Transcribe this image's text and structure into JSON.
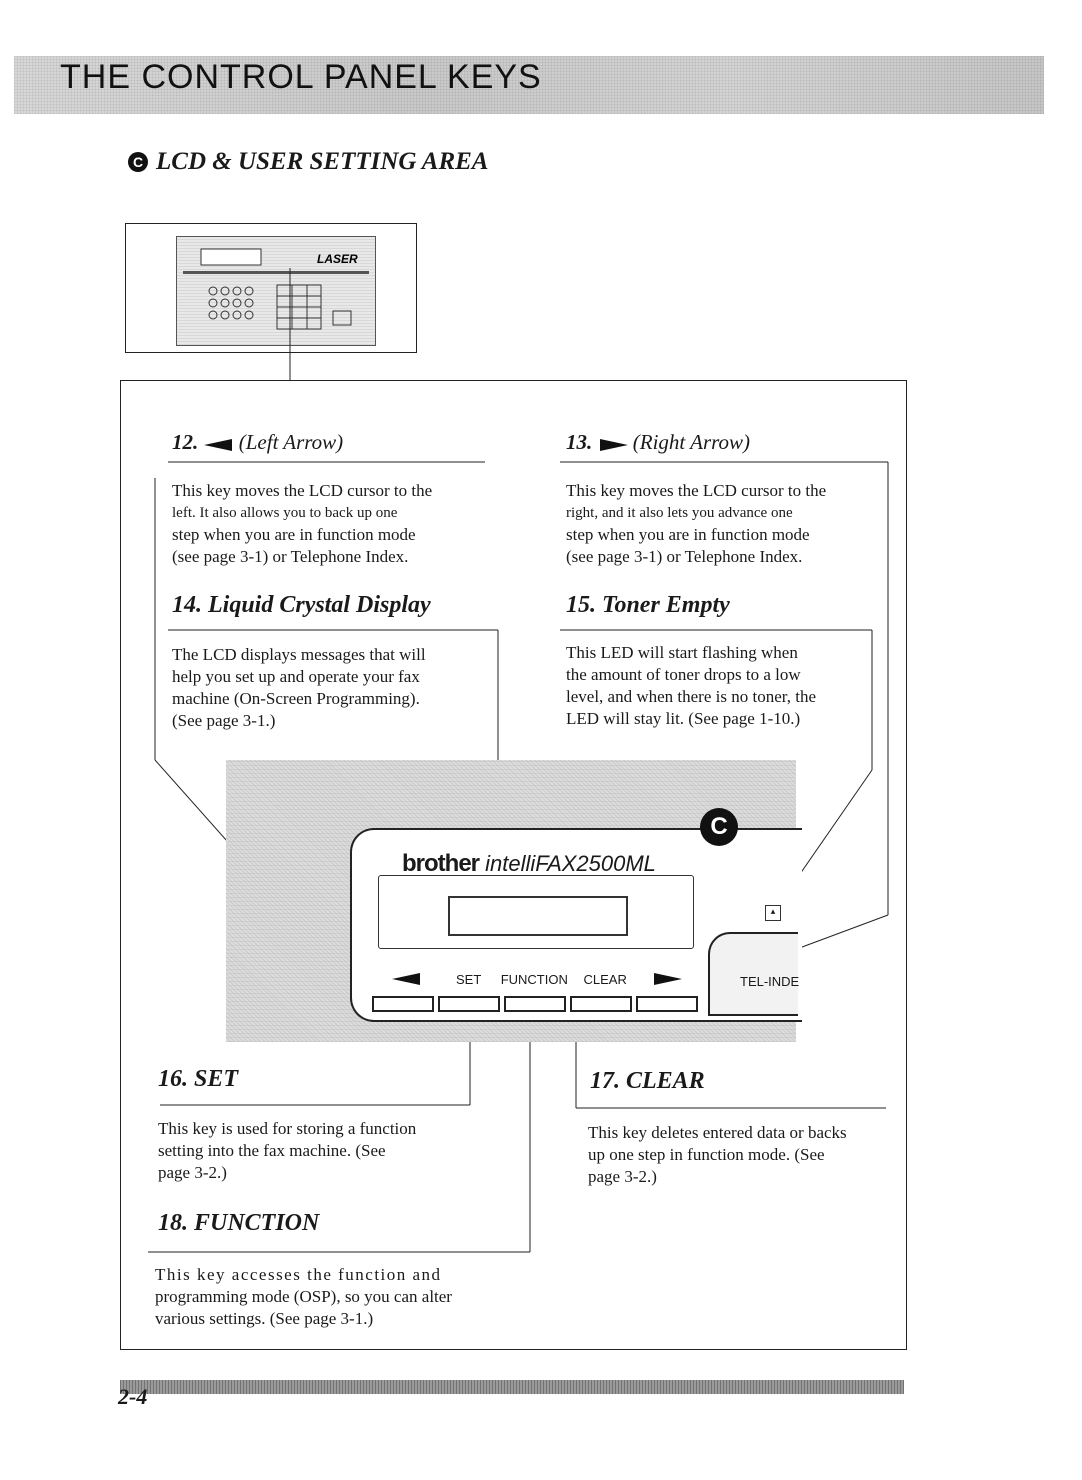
{
  "header": {
    "title": "THE CONTROL PANEL KEYS"
  },
  "section": {
    "icon_letter": "C",
    "title": "LCD & USER SETTING AREA"
  },
  "keys": {
    "k12": {
      "number": "12.",
      "arrow_icon": "left-arrow-icon",
      "label": "(Left Arrow)",
      "body": [
        "This key moves the LCD cursor to the",
        "left. It also allows you to back up one",
        "step when you are in function mode",
        "(see page 3-1) or Telephone Index."
      ]
    },
    "k13": {
      "number": "13.",
      "arrow_icon": "right-arrow-icon",
      "label": "(Right Arrow)",
      "body": [
        "This key moves the LCD cursor to the",
        "right, and it also lets you advance one",
        "step when you are in function mode",
        "(see page 3-1) or Telephone Index."
      ]
    },
    "k14": {
      "heading": "14. Liquid Crystal Display",
      "body": [
        "The LCD displays messages that will",
        "help you set up and operate your fax",
        "machine (On-Screen Programming).",
        "(See page 3-1.)"
      ]
    },
    "k15": {
      "heading": "15. Toner Empty",
      "body": [
        "This LED will start flashing when",
        "the amount of toner drops to a low",
        "level, and when there is no toner, the",
        "LED will stay lit. (See page 1-10.)"
      ]
    },
    "k16": {
      "heading": "16. SET",
      "body": [
        "This key is used for storing a function",
        "setting into the fax machine. (See",
        "page 3-2.)"
      ]
    },
    "k17": {
      "heading": "17. CLEAR",
      "body": [
        "This key deletes entered data or backs",
        "up one step in function mode. (See",
        "page 3-2.)"
      ]
    },
    "k18": {
      "heading": "18. FUNCTION",
      "body": [
        "This key accesses the function and",
        "programming mode (OSP), so you can alter",
        "various settings. (See page 3-1.)"
      ]
    }
  },
  "device": {
    "brand": "brother",
    "model": "intelliFAX2500ML",
    "badge": "C",
    "panel_labels": {
      "set": "SET",
      "function": "FUNCTION",
      "clear": "CLEAR"
    },
    "tel_index_label": "TEL-INDE"
  },
  "footer": {
    "page_number": "2-4"
  }
}
